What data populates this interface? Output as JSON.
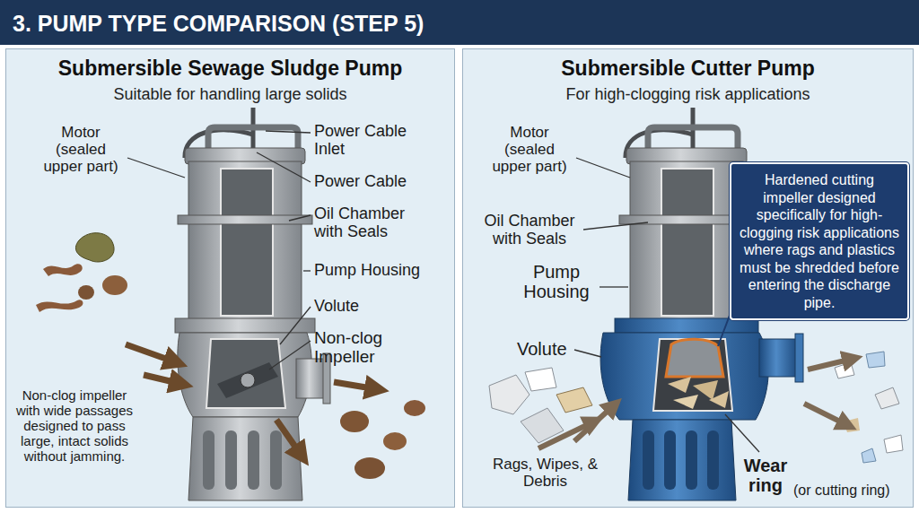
{
  "diagram": {
    "title": "3. PUMP TYPE COMPARISON (STEP 5)",
    "nodes": [
      {
        "text": [
          "Submersible Sewage Sludge Pump",
          "Suitable for handling large solids"
        ]
      },
      {
        "text": [
          "Submersible Cutter Pump",
          "For high-clogging risk applications"
        ]
      },
      {
        "text": [
          "Hardened cutting impeller designed specifically for high-clogging risk applications where rags and plastics must be shredded before entering the discharge pipe."
        ],
        "in": 1
      }
    ],
    "labels": [
      "Motor (sealed upper part)",
      "Power Cable Inlet",
      "Power Cable",
      "Oil Chamber with Seals",
      "Pump Housing",
      "Volute",
      "Non-clog Impeller",
      "Non-clog impeller with wide passages designed to pass large, intact solids without jamming.",
      "Motor (sealed upper part)",
      "Oil Chamber with Seals",
      "Pump Housing",
      "Volute",
      "Rags, Wipes, & Debris",
      "Wear ring",
      "(or cutting ring)"
    ]
  }
}
